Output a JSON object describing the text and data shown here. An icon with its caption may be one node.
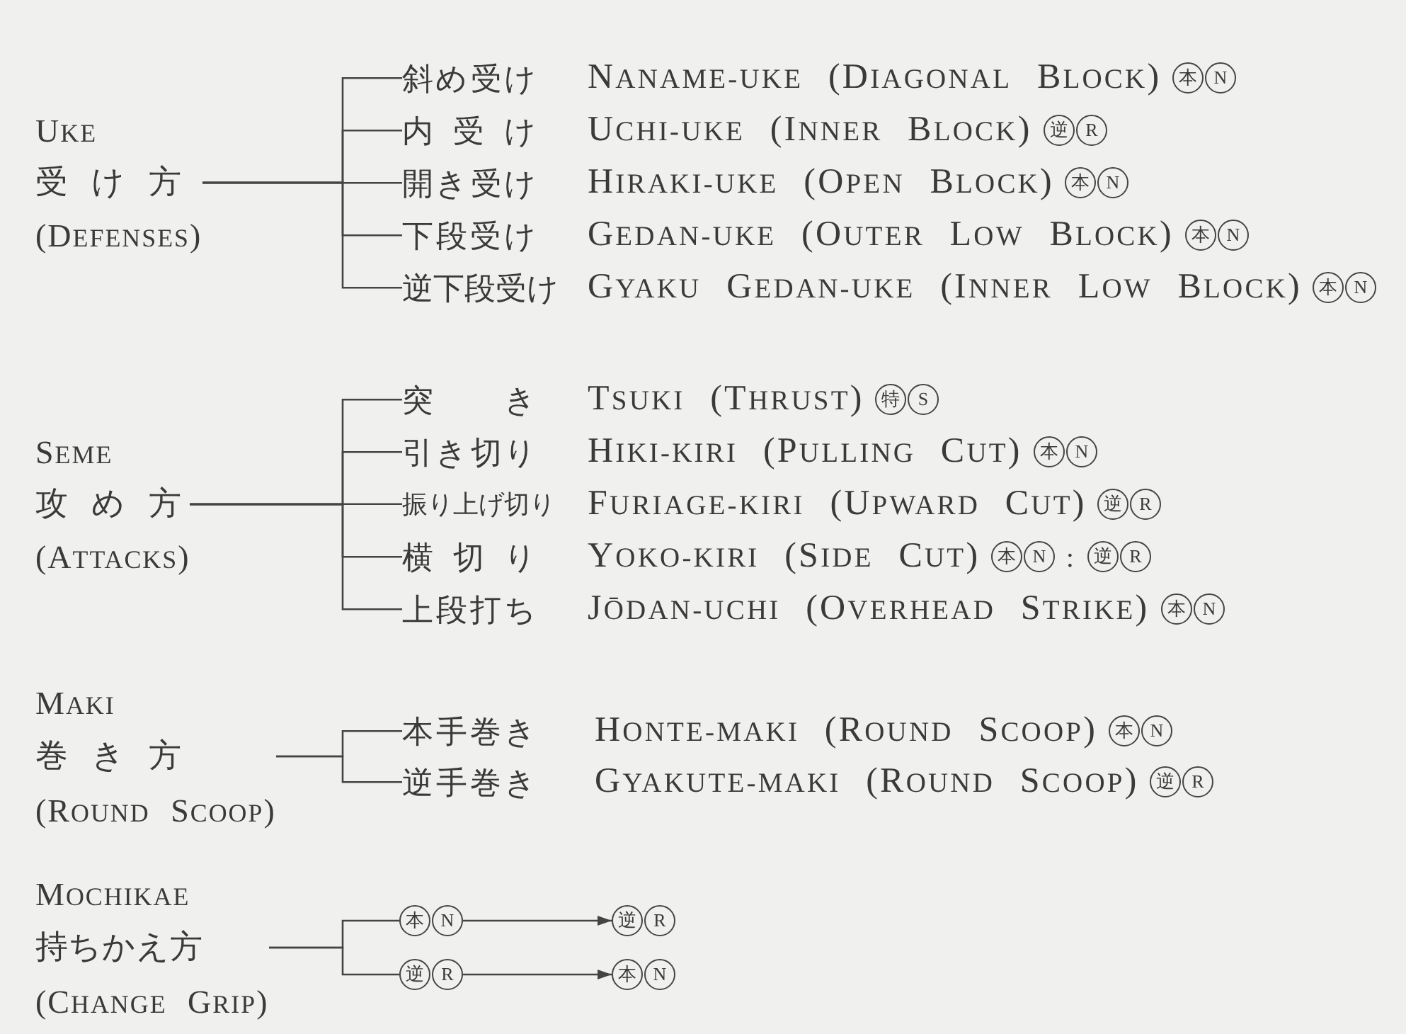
{
  "diagram": {
    "nodes": [
      {
        "text": [
          "UKE",
          "受け方",
          "(DEFENSES)"
        ]
      },
      {
        "text": [
          "斜め受け"
        ]
      },
      {
        "text": [
          "本"
        ]
      },
      {
        "text": [
          "N"
        ]
      },
      {
        "text": [
          "内受け"
        ]
      },
      {
        "text": [
          "逆"
        ]
      },
      {
        "text": [
          "R"
        ]
      },
      {
        "text": [
          "開き受け"
        ]
      },
      {
        "text": [
          "本"
        ]
      },
      {
        "text": [
          "N"
        ]
      },
      {
        "text": [
          "下段受け"
        ]
      },
      {
        "text": [
          "本"
        ]
      },
      {
        "text": [
          "N"
        ]
      },
      {
        "text": [
          "逆下段受け"
        ]
      },
      {
        "text": [
          "本"
        ]
      },
      {
        "text": [
          "N"
        ]
      },
      {
        "text": [
          "SEME",
          "攻め方",
          "(ATTACKS)"
        ]
      },
      {
        "text": [
          "突き"
        ]
      },
      {
        "text": [
          "特"
        ]
      },
      {
        "text": [
          "S"
        ]
      },
      {
        "text": [
          "引き切り"
        ]
      },
      {
        "text": [
          "本"
        ]
      },
      {
        "text": [
          "N"
        ]
      },
      {
        "text": [
          "振り上げ切り"
        ]
      },
      {
        "text": [
          "逆"
        ]
      },
      {
        "text": [
          "R"
        ]
      },
      {
        "text": [
          "横切り"
        ]
      },
      {
        "text": [
          "本"
        ]
      },
      {
        "text": [
          "N"
        ]
      },
      {
        "text": [
          "逆"
        ]
      },
      {
        "text": [
          "R"
        ]
      },
      {
        "text": [
          "上段打ち"
        ]
      },
      {
        "text": [
          "本"
        ]
      },
      {
        "text": [
          "N"
        ]
      },
      {
        "text": [
          "MAKI",
          "巻き方",
          "(ROUND SCOOP)"
        ]
      },
      {
        "text": [
          "本手巻き"
        ]
      },
      {
        "text": [
          "本"
        ]
      },
      {
        "text": [
          "N"
        ]
      },
      {
        "text": [
          "逆手巻き"
        ]
      },
      {
        "text": [
          "逆"
        ]
      },
      {
        "text": [
          "R"
        ]
      },
      {
        "text": [
          "MOCHIKAE",
          "持ちかえ方",
          "(CHANGE GRIP)"
        ]
      },
      {
        "text": [
          "本"
        ]
      },
      {
        "text": [
          "N"
        ]
      },
      {
        "text": [
          "逆"
        ]
      },
      {
        "text": [
          "R"
        ]
      },
      {
        "text": [
          "逆"
        ]
      },
      {
        "text": [
          "R"
        ]
      },
      {
        "text": [
          "本"
        ]
      },
      {
        "text": [
          "N"
        ]
      }
    ],
    "edges": [
      {
        "from": 0,
        "to": 1,
        "arrow": "none"
      },
      {
        "from": 0,
        "to": 4,
        "arrow": "none"
      },
      {
        "from": 0,
        "to": 7,
        "arrow": "none"
      },
      {
        "from": 0,
        "to": 10,
        "arrow": "none"
      },
      {
        "from": 0,
        "to": 13,
        "arrow": "none"
      },
      {
        "from": 16,
        "to": 17,
        "arrow": "none"
      },
      {
        "from": 16,
        "to": 20,
        "arrow": "none"
      },
      {
        "from": 16,
        "to": 23,
        "arrow": "none"
      },
      {
        "from": 16,
        "to": 26,
        "arrow": "none"
      },
      {
        "from": 16,
        "to": 31,
        "arrow": "none"
      },
      {
        "from": 34,
        "to": 35,
        "arrow": "none"
      },
      {
        "from": 34,
        "to": 38,
        "arrow": "none"
      },
      {
        "from": 41,
        "to": 42,
        "arrow": "none"
      },
      {
        "from": 41,
        "to": 46,
        "arrow": "none"
      },
      {
        "from": 43,
        "to": 44,
        "arrow": "to"
      },
      {
        "from": 47,
        "to": 48,
        "arrow": "to"
      }
    ],
    "labels": [
      "NANAME-UKE (DIAGONAL BLOCK)",
      "UCHI-UKE (INNER BLOCK)",
      "HIRAKI-UKE (OPEN BLOCK)",
      "GEDAN-UKE (OUTER LOW BLOCK)",
      "GYAKU GEDAN-UKE (INNER LOW BLOCK)",
      "TSUKI (THRUST)",
      "HIKI-KIRI (PULLING CUT)",
      "FURIAGE-KIRI (UPWARD CUT)",
      "YOKO-KIRI (SIDE CUT)",
      ":",
      "JŌDAN-UCHI (OVERHEAD STRIKE)",
      "HONTE-MAKI (ROUND SCOOP)",
      "GYAKUTE-MAKI (ROUND SCOOP)"
    ]
  }
}
